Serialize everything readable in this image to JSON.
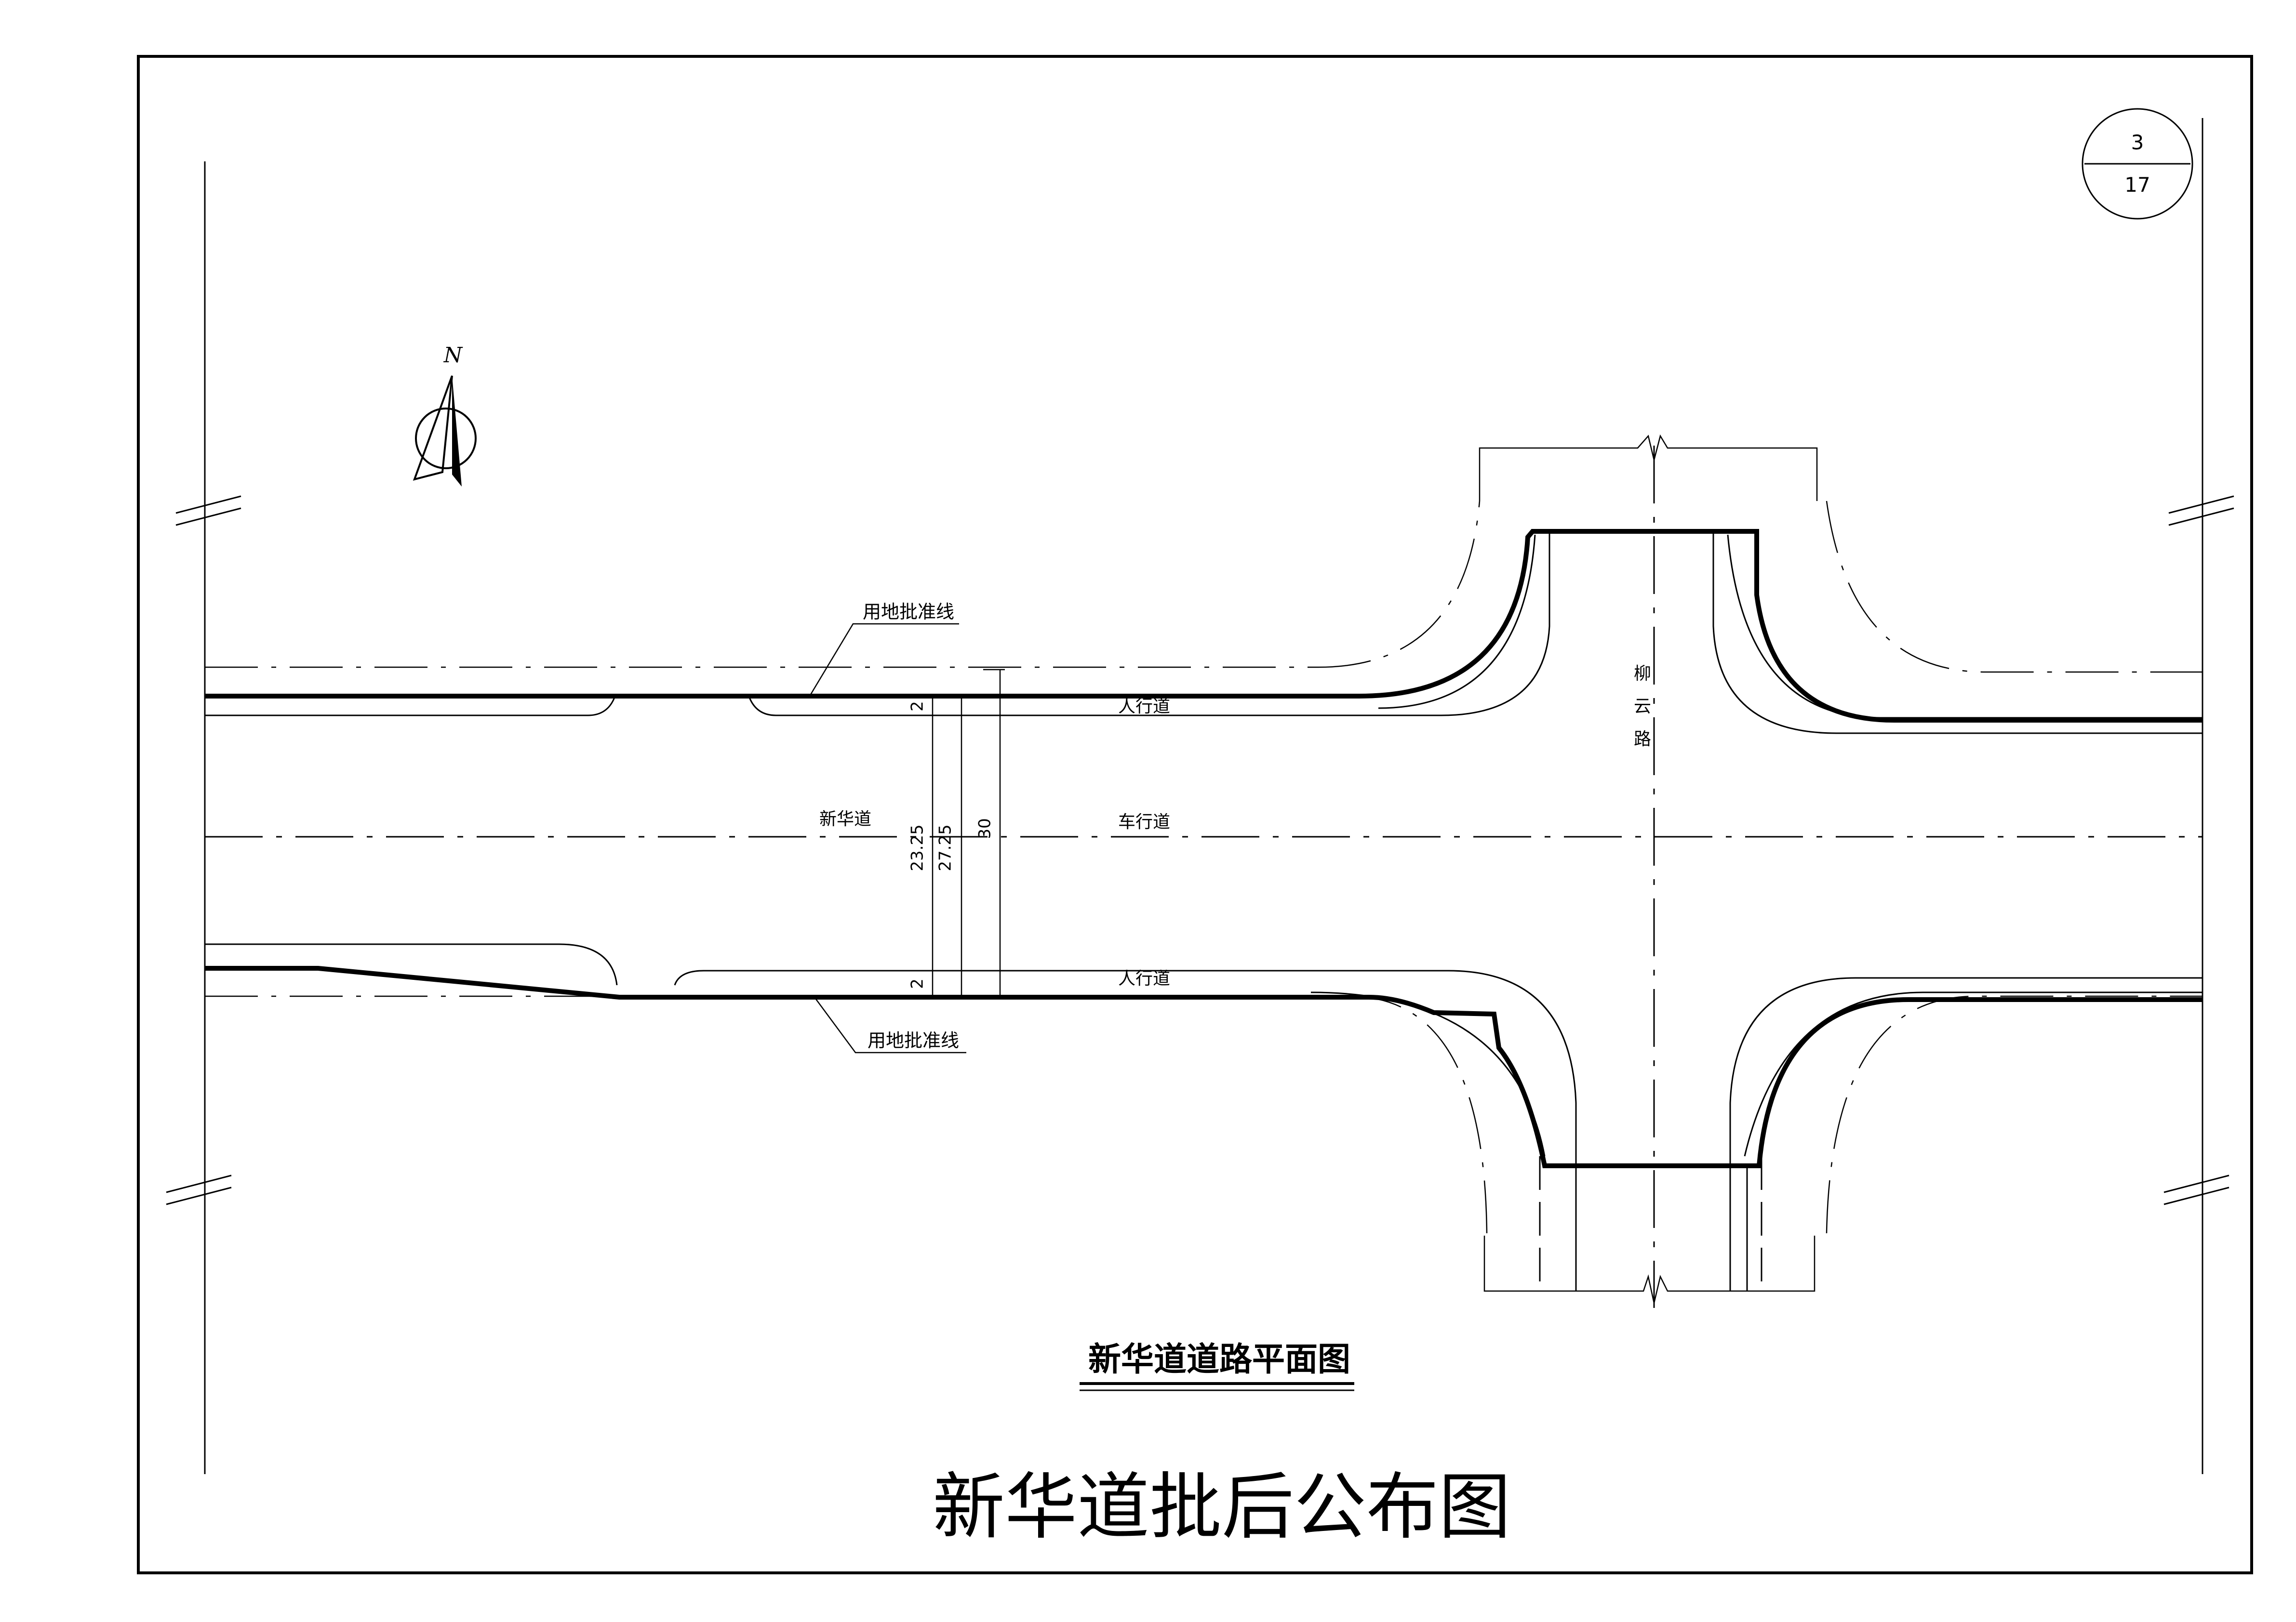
{
  "sheet": {
    "number": "3",
    "total": "17"
  },
  "north": "N",
  "labels": {
    "approved_line_top": "用地批准线",
    "approved_line_bottom": "用地批准线",
    "sidewalk_top": "人行道",
    "sidewalk_bottom": "人行道",
    "carriageway": "车行道",
    "road_name": "新华道",
    "cross_road": [
      "柳",
      "云",
      "路"
    ]
  },
  "dimensions": {
    "sidewalk_top": "2",
    "sidewalk_bottom": "2",
    "road_inner": "23.25",
    "road_middle": "27.25",
    "road_total": "30"
  },
  "titles": {
    "plan_title": "新华道道路平面图",
    "main_title": "新华道批后公布图"
  },
  "colors": {
    "line": "#000000",
    "background": "#ffffff"
  }
}
